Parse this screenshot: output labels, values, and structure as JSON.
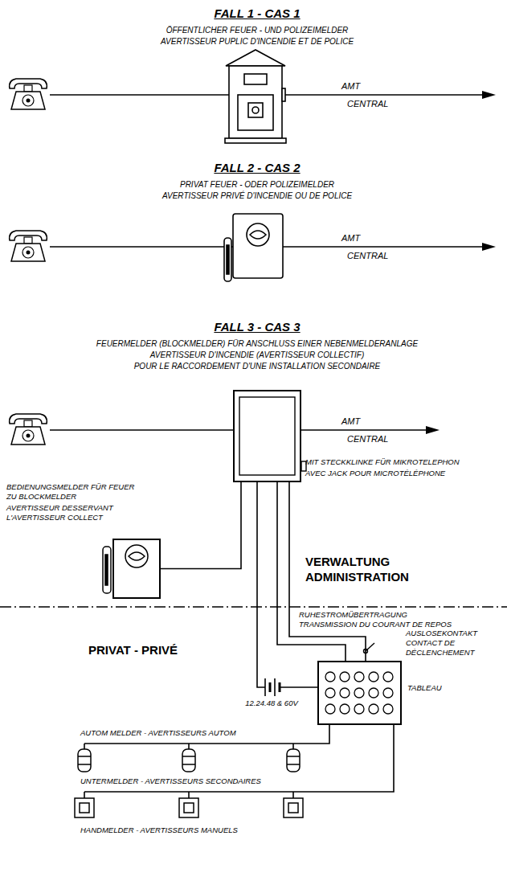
{
  "diagram": {
    "nodes": [
      {
        "text": [
          "MIT STECKKLINKE FÜR MIKROTELEPHON",
          "AVEC JACK POUR MICROTÉLÉPHONE"
        ]
      },
      {
        "text": [
          "BEDIENUNGSMELDER FÜR FEUER ZU BLOCKMELDER",
          "AVERTISSEUR DESSERVANT L'AVERTISSEUR COLLECT"
        ]
      },
      {
        "text": [
          "TABLEAU"
        ]
      }
    ],
    "edges": [
      {
        "from": 1,
        "to": 0,
        "arrow": "none"
      },
      {
        "from": 0,
        "to": 2,
        "arrow": "none"
      },
      {
        "from": 0,
        "to": 2,
        "arrow": "none"
      }
    ],
    "labels": [
      "FALL 1 - CAS 1",
      "ÖFFENTLICHER FEUER - UND POLIZEIMELDER",
      "AVERTISSEUR PUPLIC D'INCENDIE ET DE POLICE",
      "AMT",
      "CENTRAL",
      "FALL 2 - CAS 2",
      "PRIVAT FEUER - ODER POLIZEIMELDER",
      "AVERTISSEUR PRIVÉ D'INCENDIE OU DE POLICE",
      "AMT",
      "CENTRAL",
      "FALL 3 - CAS 3",
      "FEUERMELDER (BLOCKMELDER) FÜR ANSCHLUSS EINER NEBENMELDERANLAGE",
      "AVERTISSEUR D'INCENDIE (AVERTISSEUR COLLECTIF)",
      "POUR LE RACCORDEMENT D'UNE INSTALLATION SECONDAIRE",
      "AMT",
      "CENTRAL",
      "VERWALTUNG",
      "ADMINISTRATION",
      "PRIVAT - PRIVÉ",
      "RUHESTROMÜBERTRAGUNG",
      "TRANSMISSION DU COURANT DE REPOS",
      "AUSLOSEKONTAKT",
      "CONTACT DE DÉCLENCHEMENT",
      "12.24.48 & 60V",
      "AUTOM MELDER - AVERTISSEURS AUTOM",
      "UNTERMELDER - AVERTISSEURS SECONDAIRES",
      "HANDMELDER - AVERTISSEURS MANUELS"
    ]
  }
}
